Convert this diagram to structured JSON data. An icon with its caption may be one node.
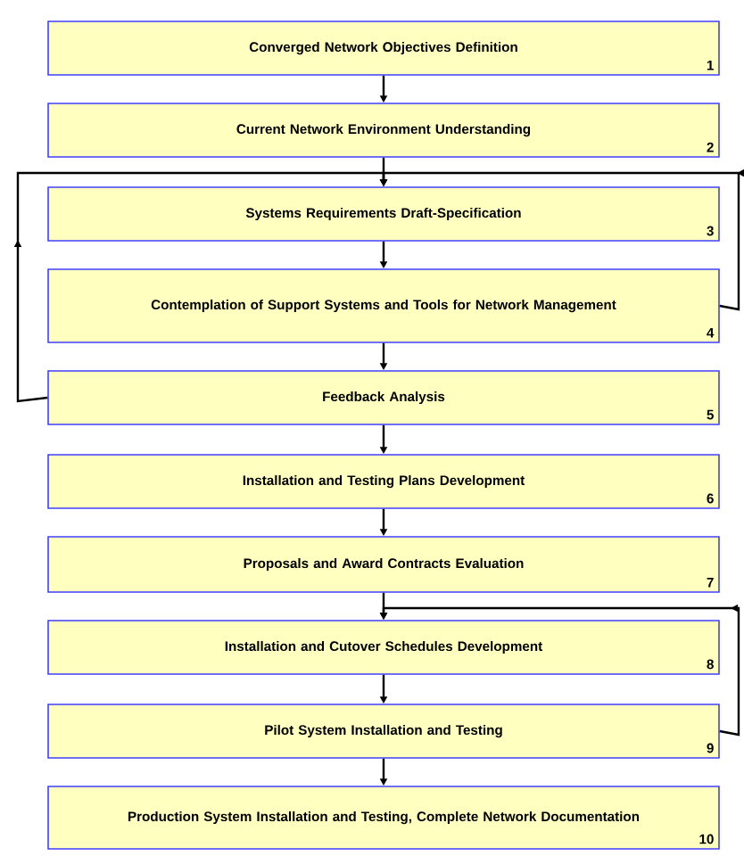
{
  "diagram": {
    "nodes": [
      {
        "text": [
          "Converged Network Objectives Definition",
          "1"
        ]
      },
      {
        "text": [
          "Current Network Environment Understanding",
          "2"
        ]
      },
      {
        "text": [
          "Systems Requirements Draft-Specification",
          "3"
        ]
      },
      {
        "text": [
          "Contemplation of Support Systems and Tools for Network Management",
          "4"
        ]
      },
      {
        "text": [
          "Feedback Analysis",
          "5"
        ]
      },
      {
        "text": [
          "Installation and Testing Plans Development",
          "6"
        ]
      },
      {
        "text": [
          "Proposals and Award Contracts Evaluation",
          "7"
        ]
      },
      {
        "text": [
          "Installation and Cutover Schedules Development",
          "8"
        ]
      },
      {
        "text": [
          "Pilot System Installation and Testing",
          "9"
        ]
      },
      {
        "text": [
          "Production System Installation and Testing, Complete Network Documentation",
          "10"
        ]
      }
    ],
    "edges": [
      {
        "from": 0,
        "to": 1,
        "arrow": "to"
      },
      {
        "from": 1,
        "to": 2,
        "arrow": "to"
      },
      {
        "from": 2,
        "to": 3,
        "arrow": "to"
      },
      {
        "from": 3,
        "to": 4,
        "arrow": "to"
      },
      {
        "from": 4,
        "to": 5,
        "arrow": "to"
      },
      {
        "from": 5,
        "to": 6,
        "arrow": "to"
      },
      {
        "from": 6,
        "to": 7,
        "arrow": "to"
      },
      {
        "from": 7,
        "to": 8,
        "arrow": "to"
      },
      {
        "from": 8,
        "to": 9,
        "arrow": "to"
      },
      {
        "from": 4,
        "to": 2,
        "arrow": "to"
      },
      {
        "from": 3,
        "to": 2,
        "arrow": "to"
      },
      {
        "from": 8,
        "to": 7,
        "arrow": "to"
      }
    ]
  }
}
